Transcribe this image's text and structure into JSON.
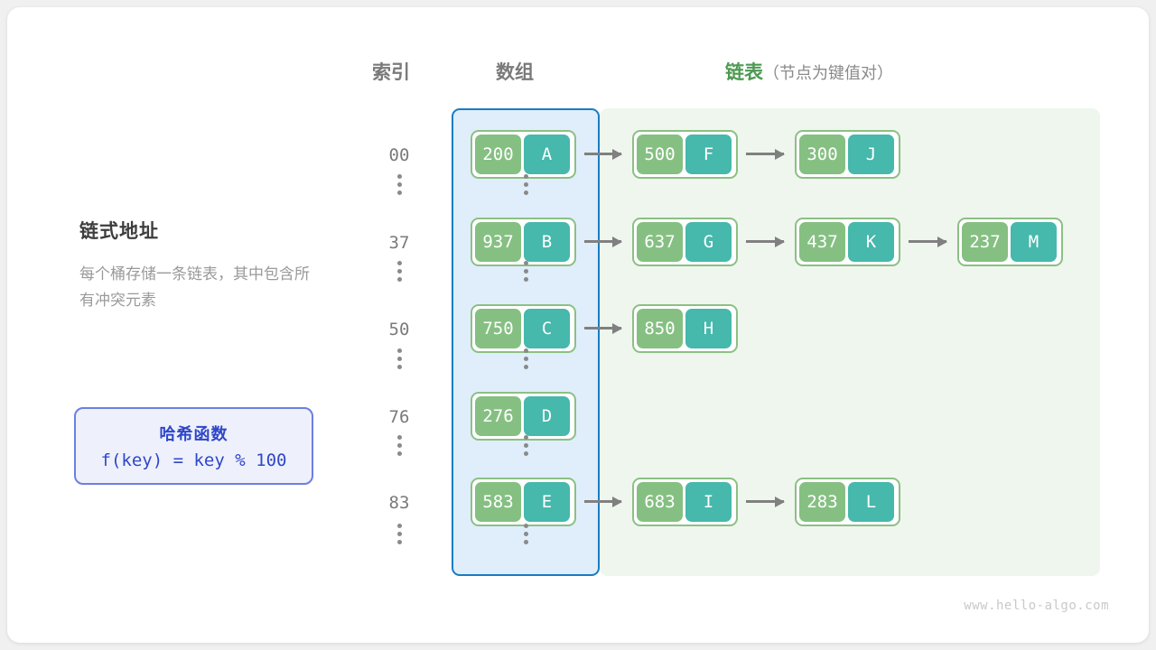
{
  "headers": {
    "index": "索引",
    "array": "数组",
    "list_main": "链表",
    "list_sub": "（节点为键值对）"
  },
  "left_panel": {
    "title": "链式地址",
    "description": "每个桶存储一条链表，其中包含所有冲突元素"
  },
  "hash_box": {
    "title": "哈希函数",
    "formula": "f(key) = key % 100"
  },
  "watermark": "www.hello-algo.com",
  "colors": {
    "key_cell": "#85c082",
    "value_cell": "#46b8ac",
    "node_border": "#8cc084",
    "array_panel_bg": "#dfeefa",
    "array_panel_border": "#1a7cc4",
    "list_panel_bg": "#eef6ee",
    "arrow": "#808080",
    "hash_accent": "#2f46c8",
    "hash_bg": "#eef1fb",
    "header_green": "#4c9a52",
    "header_gray": "#7a7a7a"
  },
  "buckets": [
    {
      "index": "00",
      "bucket_node": {
        "key": "200",
        "value": "A"
      },
      "chain": [
        {
          "key": "500",
          "value": "F"
        },
        {
          "key": "300",
          "value": "J"
        }
      ]
    },
    {
      "index": "37",
      "bucket_node": {
        "key": "937",
        "value": "B"
      },
      "chain": [
        {
          "key": "637",
          "value": "G"
        },
        {
          "key": "437",
          "value": "K"
        },
        {
          "key": "237",
          "value": "M"
        }
      ]
    },
    {
      "index": "50",
      "bucket_node": {
        "key": "750",
        "value": "C"
      },
      "chain": [
        {
          "key": "850",
          "value": "H"
        }
      ]
    },
    {
      "index": "76",
      "bucket_node": {
        "key": "276",
        "value": "D"
      },
      "chain": []
    },
    {
      "index": "83",
      "bucket_node": {
        "key": "583",
        "value": "E"
      },
      "chain": [
        {
          "key": "683",
          "value": "I"
        },
        {
          "key": "283",
          "value": "L"
        }
      ]
    }
  ],
  "ellipsis_rows": 6
}
